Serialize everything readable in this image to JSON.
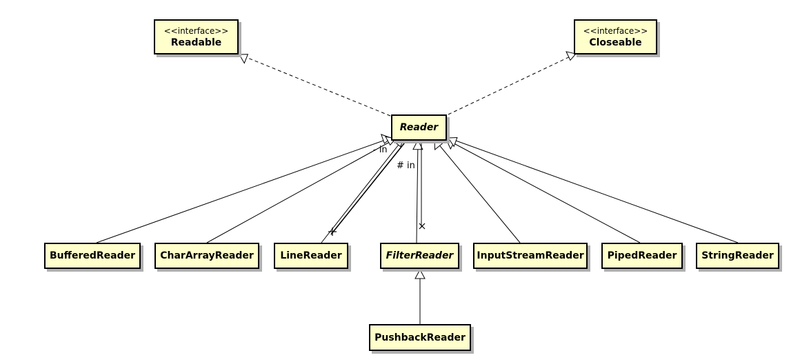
{
  "stereotype": "<<interface>>",
  "classes": {
    "readable": {
      "name": "Readable"
    },
    "closeable": {
      "name": "Closeable"
    },
    "reader": {
      "name": "Reader"
    },
    "buffered_reader": {
      "name": "BufferedReader"
    },
    "char_array_reader": {
      "name": "CharArrayReader"
    },
    "line_reader": {
      "name": "LineReader"
    },
    "filter_reader": {
      "name": "FilterReader"
    },
    "input_stream_reader": {
      "name": "InputStreamReader"
    },
    "piped_reader": {
      "name": "PipedReader"
    },
    "string_reader": {
      "name": "StringReader"
    },
    "pushback_reader": {
      "name": "PushbackReader"
    }
  },
  "association_labels": {
    "line_reader_in": "- in",
    "filter_reader_in": "# in"
  },
  "colors": {
    "class_fill": "#ffffcc",
    "border": "#000000",
    "shadow": "#b0b0b0"
  }
}
